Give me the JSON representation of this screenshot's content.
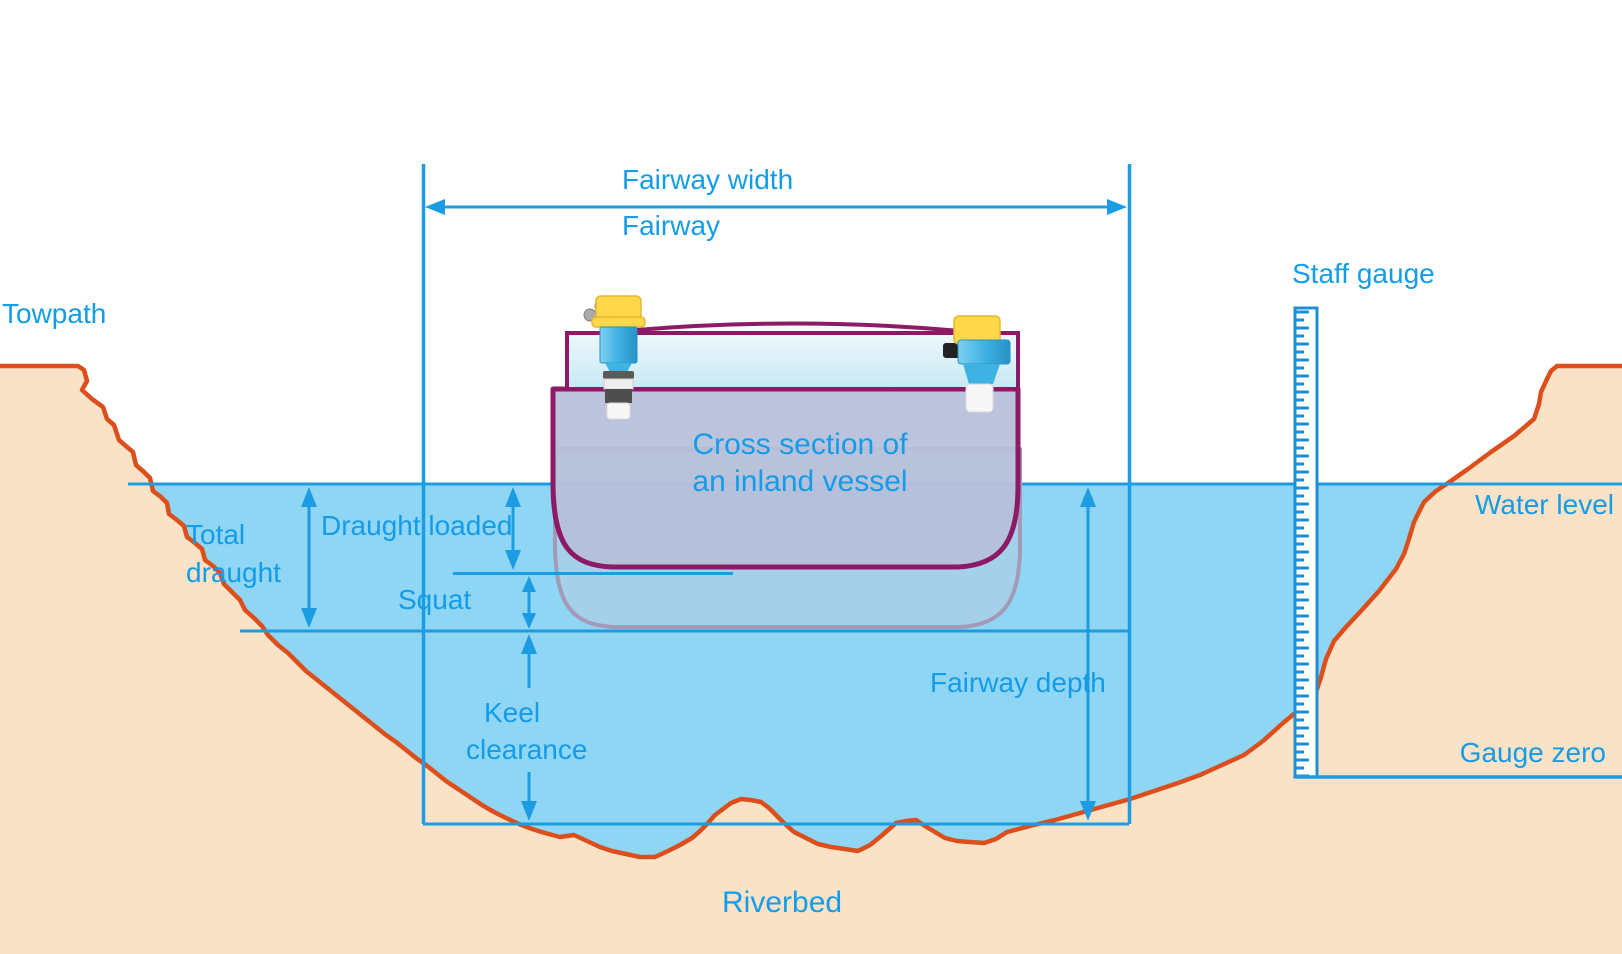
{
  "diagram": {
    "labels": {
      "towpath": "Towpath",
      "fairway_width": "Fairway width",
      "fairway": "Fairway",
      "staff_gauge": "Staff gauge",
      "cross_section_line1": "Cross section of",
      "cross_section_line2": "an inland vessel",
      "water_level": "Water level",
      "total_draught_line1": "Total",
      "total_draught_line2": "draught",
      "draught_loaded": "Draught loaded",
      "squat": "Squat",
      "keel_clearance_line1": "Keel",
      "keel_clearance_line2": "clearance",
      "fairway_depth": "Fairway depth",
      "gauge_zero": "Gauge zero",
      "riverbed": "Riverbed"
    },
    "colors": {
      "label_blue": "#149CE8",
      "dimension_blue": "#1C9CE2",
      "water": "#8ED6F3",
      "bank_fill": "#FAE2C6",
      "bank_outline": "#DC4F1C",
      "hull_outline": "#8C1A64",
      "hull_fill": "#B6BFD9",
      "ghost_hull_outline": "#A39AB8",
      "sensor_blue": "#3FB2E4",
      "sensor_yellow": "#FFD84A",
      "gauge_border": "#1E8FD5"
    }
  }
}
